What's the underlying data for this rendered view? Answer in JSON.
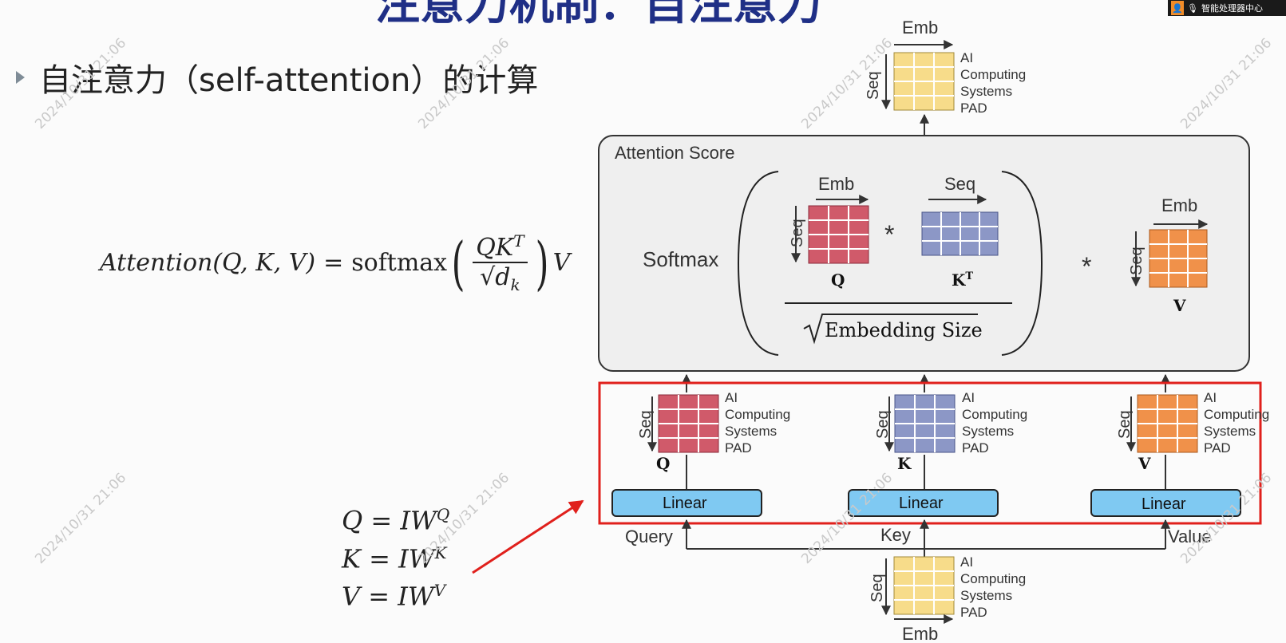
{
  "slide": {
    "title_partial": "注意力机制：自注意力",
    "bullet": "自注意力（self-attention）的计算",
    "badge": "智能处理器中心"
  },
  "formula": {
    "lhs": "Attention(Q, K, V)",
    "eq": "=",
    "softmax": "softmax",
    "numerator": "QK",
    "numerator_sup": "T",
    "denominator": "√d",
    "denominator_sub": "k",
    "tail": "V"
  },
  "equations": [
    {
      "lhs": "Q = IW",
      "sup": "Q"
    },
    {
      "lhs": "K = IW",
      "sup": "K"
    },
    {
      "lhs": "V = IW",
      "sup": "V"
    }
  ],
  "diagram": {
    "emb": "Emb",
    "seq": "Seq",
    "pad_lines": [
      "AI",
      "Computing",
      "Systems",
      "PAD"
    ],
    "attention_score": "Attention Score",
    "softmax": "Softmax",
    "q": "Q",
    "kt": "K",
    "kt_sup": "T",
    "v": "V",
    "k": "K",
    "star": "*",
    "embedding_size": "Embedding Size",
    "linear": "Linear",
    "query": "Query",
    "key": "Key",
    "value": "Value"
  },
  "watermark": "2024/10/31 21:06",
  "colors": {
    "yellow": "#f7dc8a",
    "red": "#d05a6a",
    "blue": "#8c97c6",
    "orange": "#f0914a",
    "linear": "#7fc9f2",
    "highlight": "#e0201c"
  }
}
